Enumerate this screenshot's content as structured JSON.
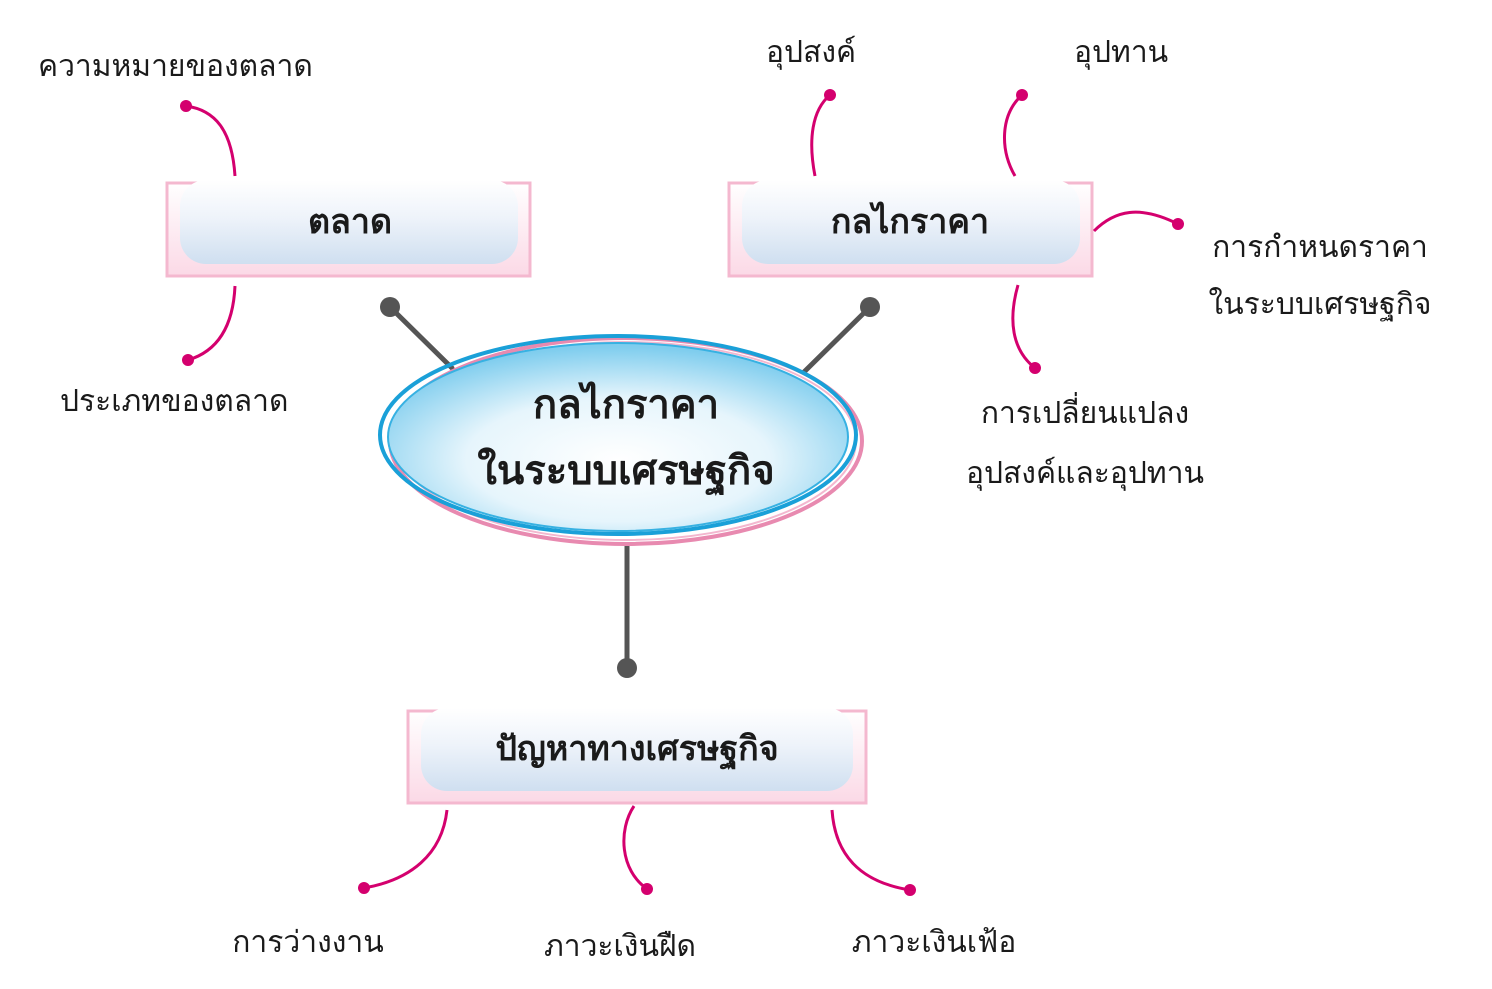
{
  "center": {
    "line1": "กลไกราคา",
    "line2": "ในระบบเศรษฐกิจ"
  },
  "boxes": {
    "market": {
      "title": "ตลาด",
      "leaves": [
        "ความหมายของตลาด",
        "ประเภทของตลาด"
      ]
    },
    "price_mechanism": {
      "title": "กลไกราคา",
      "leaves": [
        "อุปสงค์",
        "อุปทาน",
        "การกำหนดราคา",
        "ในระบบเศรษฐกิจ",
        "การเปลี่ยนแปลง",
        "อุปสงค์และอุปทาน"
      ]
    },
    "economic_problems": {
      "title": "ปัญหาทางเศรษฐกิจ",
      "leaves": [
        "การว่างงาน",
        "ภาวะเงินฝืด",
        "ภาวะเงินเฟ้อ"
      ]
    }
  },
  "colors": {
    "connector": "#555555",
    "branch": "#d4006e",
    "box_border": "#f4b8cf",
    "box_fill": "#dce8f5",
    "ellipse_blue": "#1aa0d8",
    "ellipse_pink": "#e88ab0"
  }
}
